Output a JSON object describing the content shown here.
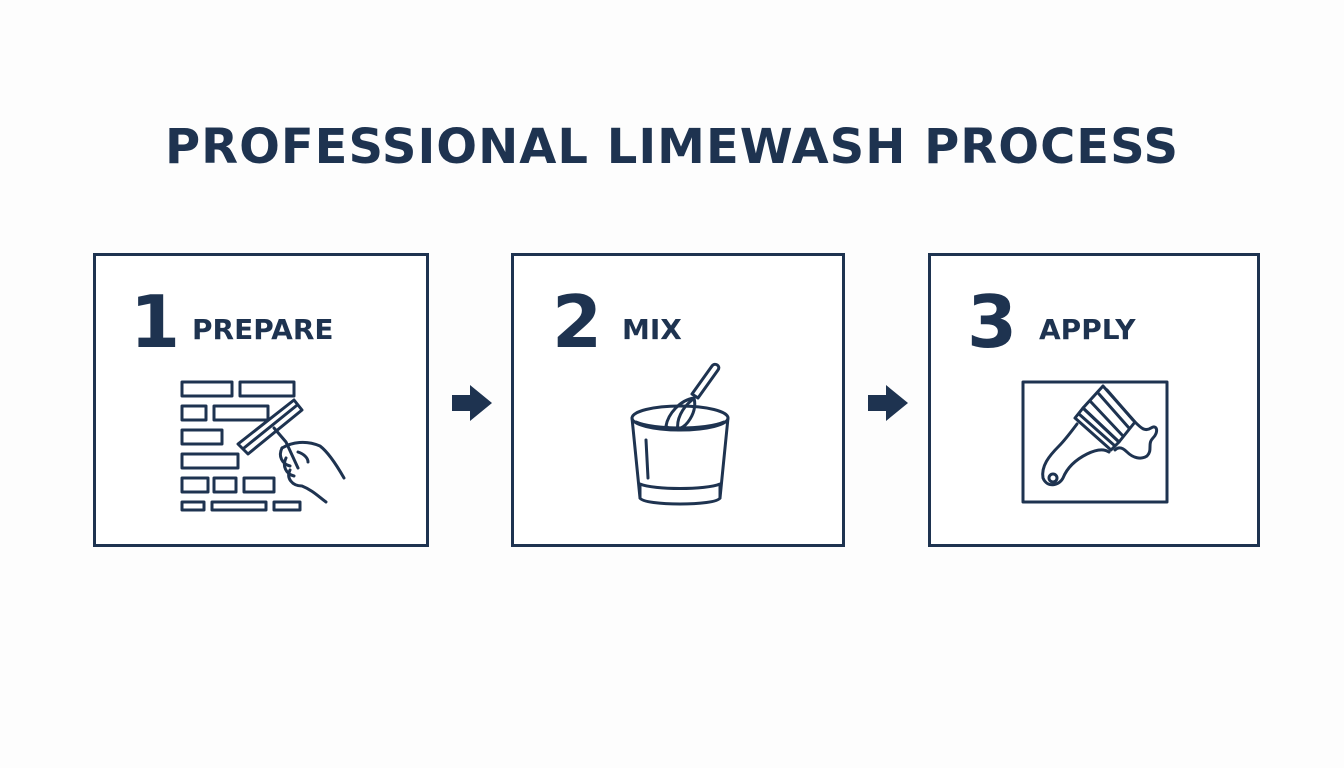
{
  "title": "PROFESSIONAL LIMEWASH PROCESS",
  "colors": {
    "ink": "#1e3350",
    "background": "#fdfdfd"
  },
  "steps": [
    {
      "number": "1",
      "label": "PREPARE",
      "icon": "brick-wall-scraper-icon"
    },
    {
      "number": "2",
      "label": "MIX",
      "icon": "bucket-whisk-icon"
    },
    {
      "number": "3",
      "label": "APPLY",
      "icon": "paintbrush-icon"
    }
  ],
  "connectors": [
    "arrow-right-icon",
    "arrow-right-icon"
  ]
}
